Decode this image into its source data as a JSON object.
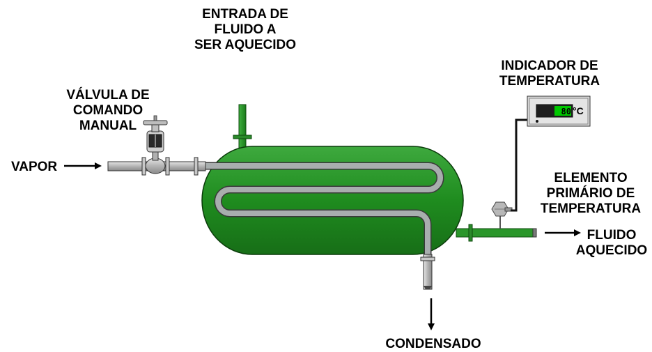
{
  "labels": {
    "entrada": [
      "ENTRADA DE",
      "FLUIDO A",
      "SER AQUECIDO"
    ],
    "valvula": [
      "VÁLVULA DE",
      "COMANDO",
      "MANUAL"
    ],
    "indicador": [
      "INDICADOR DE",
      "TEMPERATURA"
    ],
    "elemento": [
      "ELEMENTO",
      "PRIMÁRIO DE",
      "TEMPERATURA"
    ],
    "fluido": [
      "FLUIDO",
      "AQUECIDO"
    ],
    "vapor": "VAPOR",
    "condensado": "CONDENSADO"
  },
  "indicator": {
    "value": "80",
    "unit": "°C"
  },
  "colors": {
    "tank": "#1f8c1f",
    "tank_dark": "#0f5a0f",
    "pipe": "#b0b0b0",
    "coil": "#9aa0a0",
    "display": "#00c800"
  }
}
